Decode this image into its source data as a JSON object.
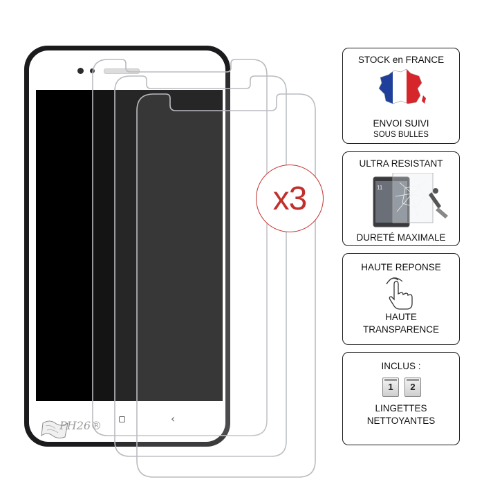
{
  "product": {
    "quantity_badge": "x3",
    "logo_text": "PH26®"
  },
  "cards": [
    {
      "title": "STOCK en FRANCE",
      "line1": "ENVOI SUIVI",
      "line2": "SOUS BULLES",
      "icon": "france-flag-map-icon"
    },
    {
      "title": "ULTRA RESISTANT",
      "line1": "DURETÉ MAXIMALE",
      "icon": "cracked-glass-phone-icon"
    },
    {
      "title": "HAUTE REPONSE",
      "line1": "HAUTE",
      "line2": "TRANSPARENCE",
      "icon": "touch-hand-icon"
    },
    {
      "title": "INCLUS :",
      "line1": "LINGETTES",
      "line2": "NETTOYANTES",
      "icon": "cleaning-wipes-icon",
      "packets": [
        "1",
        "2"
      ]
    }
  ],
  "colors": {
    "accent": "#c0302c",
    "flag_blue": "#1f3f9a",
    "flag_red": "#d6262b",
    "border": "#1a1a1a"
  }
}
